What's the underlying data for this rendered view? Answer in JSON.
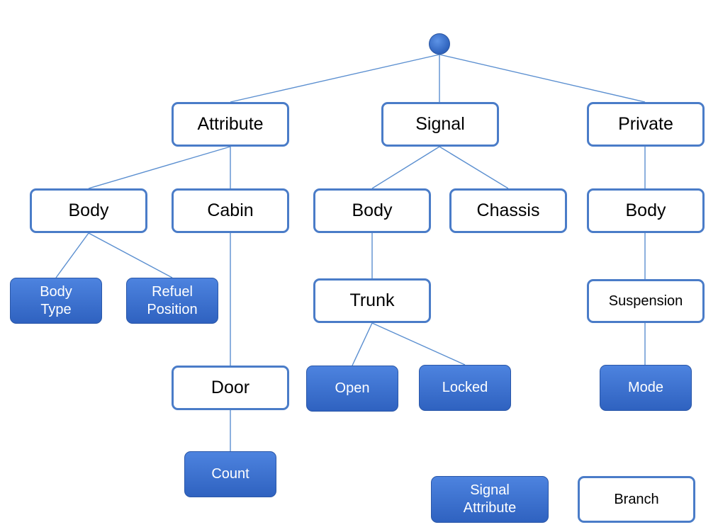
{
  "nodes": {
    "attribute": "Attribute",
    "signal": "Signal",
    "private": "Private",
    "attr_body": "Body",
    "attr_cabin": "Cabin",
    "body_type": "Body\nType",
    "refuel_position": "Refuel\nPosition",
    "door": "Door",
    "count": "Count",
    "sig_body": "Body",
    "chassis": "Chassis",
    "trunk": "Trunk",
    "open": "Open",
    "locked": "Locked",
    "priv_body": "Body",
    "suspension": "Suspension",
    "mode": "Mode"
  },
  "legend": {
    "signal_attribute": "Signal\nAttribute",
    "branch": "Branch"
  },
  "colors": {
    "branch_border": "#4a7cc8",
    "leaf_fill": "#3a6fd0",
    "edge": "#5b8fd0"
  }
}
